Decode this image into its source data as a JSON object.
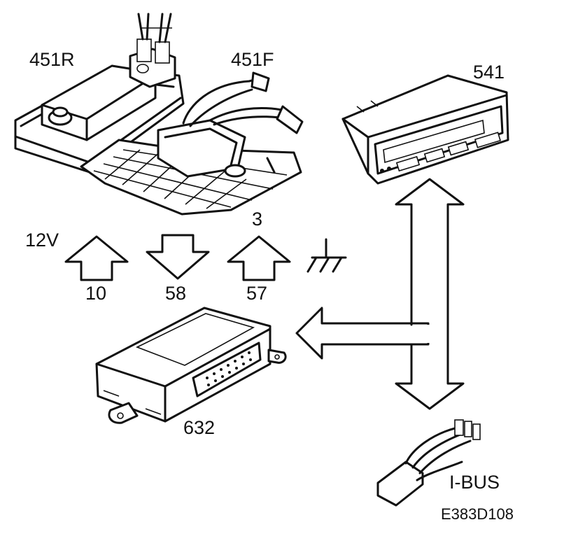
{
  "labels": {
    "lamp_rear": "451R",
    "lamp_front": "451F",
    "display_unit": "541",
    "control_module": "632",
    "voltage": "12V",
    "pin_3": "3",
    "pin_10": "10",
    "pin_58": "58",
    "pin_57": "57",
    "bus": "I-BUS",
    "figure_code": "E383D108"
  },
  "arrows": [
    {
      "pin": "10",
      "direction": "up"
    },
    {
      "pin": "58",
      "direction": "down"
    },
    {
      "pin": "57",
      "direction": "up"
    }
  ],
  "icons": [
    "ground-icon",
    "bidirectional-arrow-icon",
    "left-arrow-icon"
  ]
}
